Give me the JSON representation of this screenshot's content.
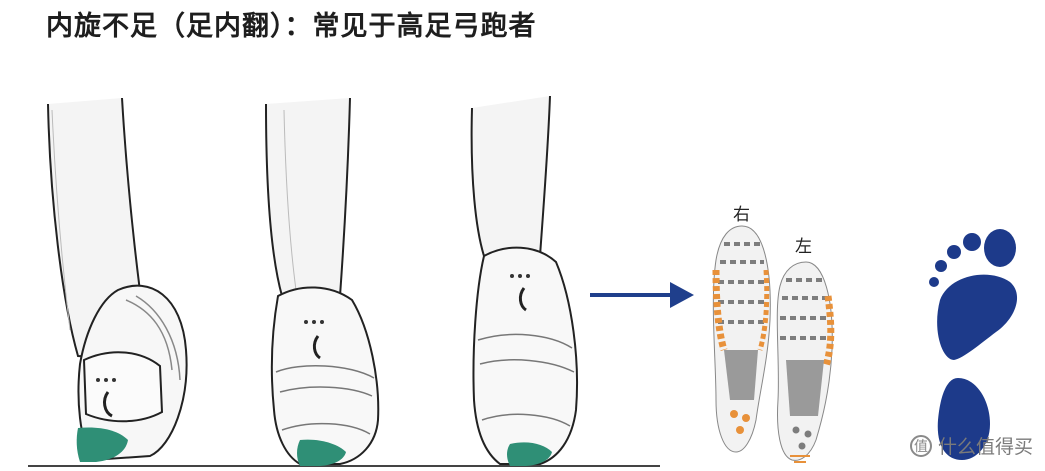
{
  "header": {
    "title": "内旋不足（足内翻）：常见于高足弓跑者"
  },
  "footprints": {
    "right_label": "右",
    "left_label": "左"
  },
  "watermark": {
    "text": "什么值得买",
    "icon": "zhi-icon",
    "icon_glyph": "值"
  },
  "colors": {
    "heel_contact": "#2f8f76",
    "arrow": "#1f3f8c",
    "footprint_blue": "#1d3a8a",
    "sole_orange": "#e8913a",
    "sole_gray": "#7d7d7d",
    "ground": "#444444"
  }
}
